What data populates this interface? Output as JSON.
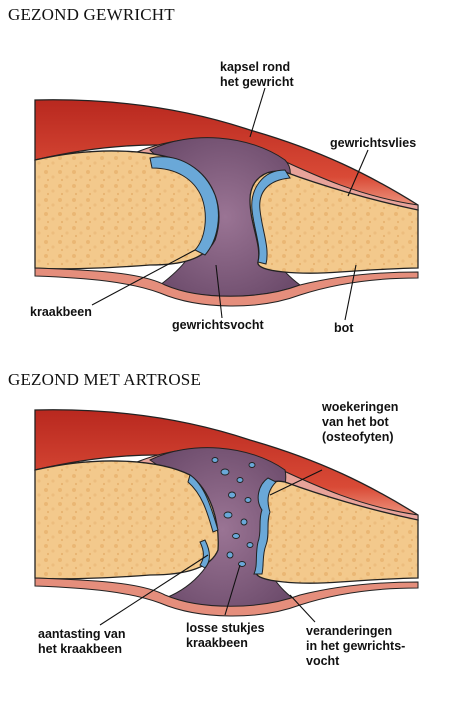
{
  "panels": [
    {
      "title": "GEZOND GEWRICHT",
      "labels": {
        "capsule": "kapsel rond\nhet gewricht",
        "membrane": "gewrichtsvlies",
        "cartilage": "kraakbeen",
        "fluid": "gewrichtsvocht",
        "bone": "bot"
      }
    },
    {
      "title": "GEZOND MET ARTROSE",
      "labels": {
        "osteophytes": "woekeringen\nvan het bot\n(osteofyten)",
        "damage": "aantasting van\nhet kraakbeen",
        "loose": "losse stukjes\nkraakbeen",
        "fluid_change": "veranderingen\nin het gewrichts-\nvocht"
      }
    }
  ],
  "colors": {
    "capsule": "#c7362a",
    "capsule_light": "#e58e7c",
    "membrane": "#e8a39a",
    "fluid": "#7a5a78",
    "cartilage": "#6aa8d8",
    "bone": "#f3c98c",
    "bone_edge": "#e8b472"
  }
}
